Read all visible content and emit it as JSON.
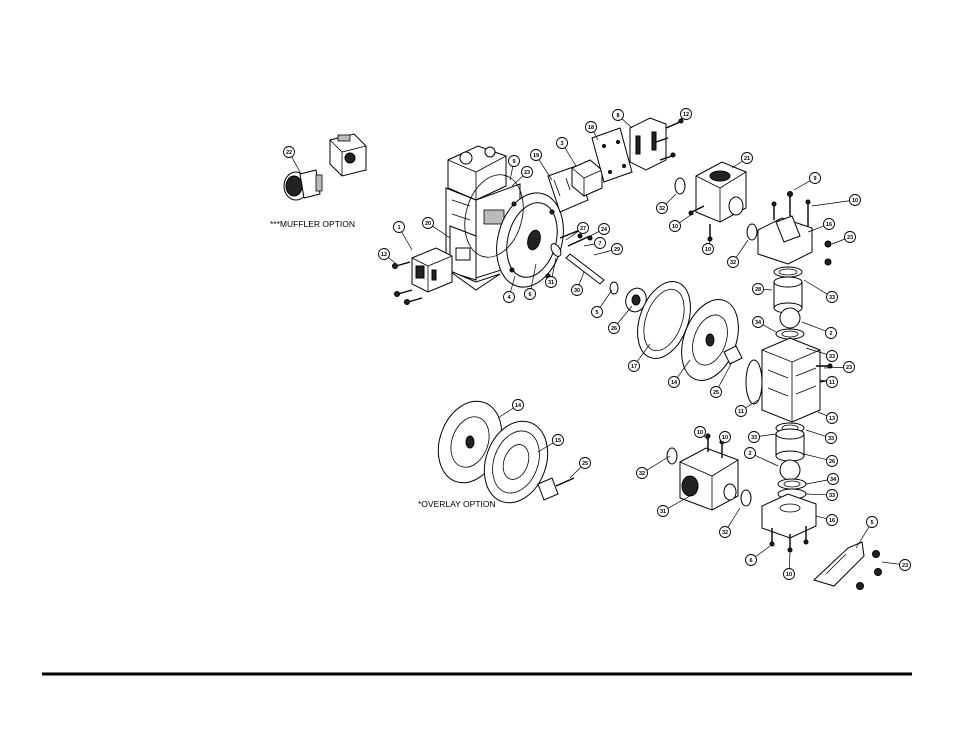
{
  "captions": {
    "muffler_option": "***MUFFLER OPTION",
    "overlay_option": "*OVERLAY OPTION"
  },
  "callouts": [
    "22",
    "1",
    "12",
    "20",
    "9",
    "23",
    "4",
    "6",
    "3",
    "19",
    "18",
    "27",
    "24",
    "7",
    "29",
    "31",
    "30",
    "8",
    "12",
    "21",
    "32",
    "10",
    "10",
    "32",
    "9",
    "10",
    "16",
    "23",
    "33",
    "28",
    "2",
    "5",
    "26",
    "17",
    "14",
    "25",
    "34",
    "33",
    "23",
    "11",
    "11",
    "13",
    "33",
    "33",
    "2",
    "26",
    "14",
    "15",
    "25",
    "10",
    "10",
    "32",
    "34",
    "33",
    "31",
    "32",
    "16",
    "5",
    "6",
    "10",
    "23"
  ]
}
